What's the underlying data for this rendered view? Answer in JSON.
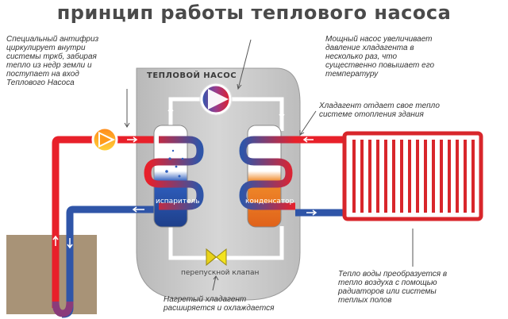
{
  "title": "принцип работы теплового насоса",
  "heat_pump_label": "ТЕПЛОВОЙ НАСОС",
  "evaporator_label": "испаритель",
  "condenser_label": "конденсатор",
  "valve_label": "перепускной клапан",
  "notes": {
    "antifreeze": "Специальный антифриз\nциркулирует внутри\nсистемы тркб, забирая\nтепло из недр земли и\nпоступает на вход\nТеплового Насоса",
    "pump": "Мощный насос увеличивает\nдавление хладагента в\nнесколько раз, что\nсущественно повышает его\nтемпературу",
    "refrigerant": "Хладагент отдает свое тепло\nсистеме отопления здания",
    "valve": "Нагретый хладагент\nрасширяется и охлаждается",
    "radiator": "Тепло воды преобразуется в\nтепло воздуха  с помощью\nрадиаторов или системы\nтеплых полов"
  },
  "colors": {
    "hot": "#e8202a",
    "cold": "#2f55a8",
    "pump_housing": "#c7c7c7",
    "ground": "#a89377",
    "radiator": "#d8262b"
  },
  "icons": [
    "compressor-icon",
    "circulation-pump-icon",
    "expansion-valve-icon",
    "radiator-icon"
  ]
}
